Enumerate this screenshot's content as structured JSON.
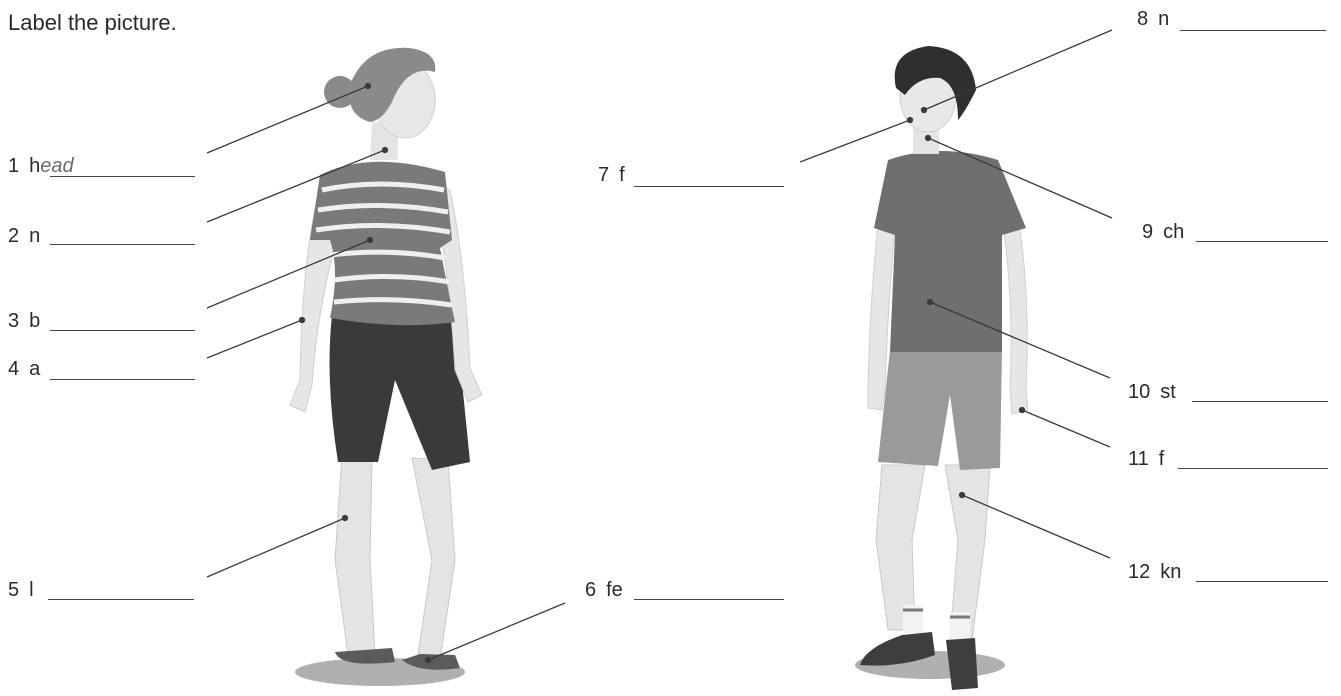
{
  "instruction": "Label the picture.",
  "labels": [
    {
      "number": "1",
      "prefix": "h",
      "answer": "ead"
    },
    {
      "number": "2",
      "prefix": "n",
      "answer": ""
    },
    {
      "number": "3",
      "prefix": "b",
      "answer": ""
    },
    {
      "number": "4",
      "prefix": "a",
      "answer": ""
    },
    {
      "number": "5",
      "prefix": "l",
      "answer": ""
    },
    {
      "number": "6",
      "prefix": "fe",
      "answer": ""
    },
    {
      "number": "7",
      "prefix": "f",
      "answer": ""
    },
    {
      "number": "8",
      "prefix": "n",
      "answer": ""
    },
    {
      "number": "9",
      "prefix": "ch",
      "answer": ""
    },
    {
      "number": "10",
      "prefix": "st",
      "answer": ""
    },
    {
      "number": "11",
      "prefix": "f",
      "answer": ""
    },
    {
      "number": "12",
      "prefix": "kn",
      "answer": ""
    }
  ]
}
